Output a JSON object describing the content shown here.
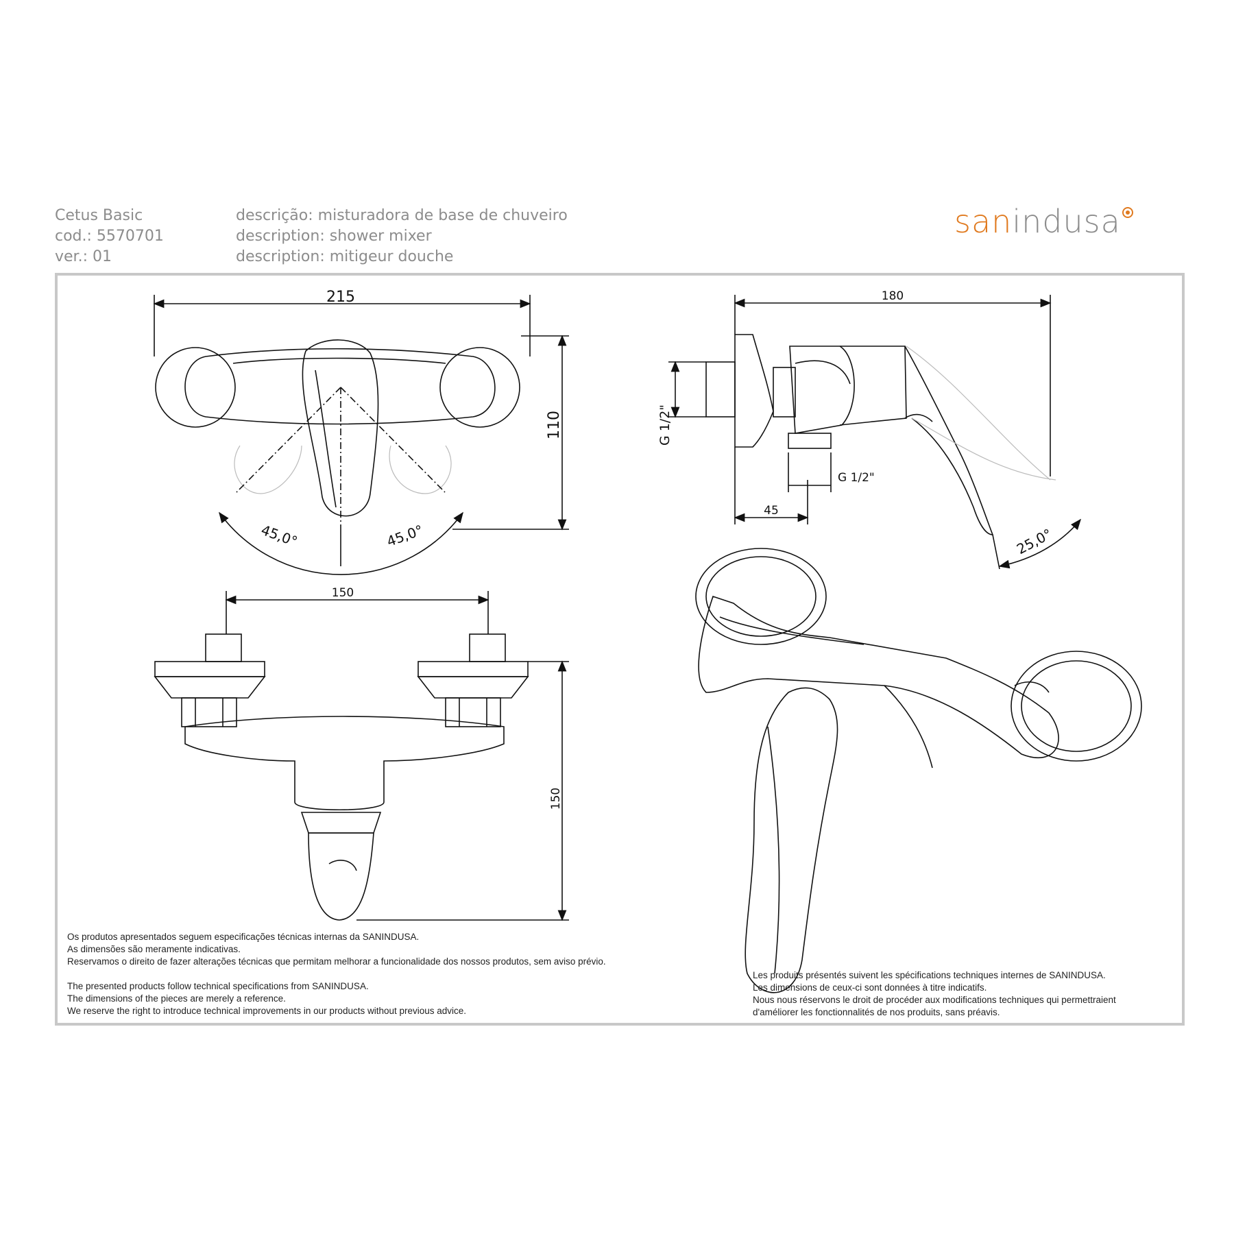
{
  "header": {
    "product_name": "Cetus Basic",
    "code": "cod.: 5570701",
    "version": "ver.: 01",
    "desc_pt": "descrição: misturadora de base de chuveiro",
    "desc_en": "description: shower mixer",
    "desc_fr": "description: mitigeur douche"
  },
  "logo": {
    "part1": "san",
    "part2": "indusa",
    "brand_color": "#e07a1f",
    "gray_color": "#8c8c8c"
  },
  "dimensions": {
    "front_width": "215",
    "front_height": "110",
    "angle_left": "45,0°",
    "angle_right": "45,0°",
    "side_width": "180",
    "thread_vertical": "G 1/2\"",
    "thread_bottom": "G 1/2\"",
    "side_offset": "45",
    "side_angle": "25,0°",
    "bottom_width": "150",
    "bottom_height": "150"
  },
  "notes": {
    "pt_1": "Os produtos apresentados seguem especificações técnicas internas da SANINDUSA.",
    "pt_2": "As dimensões são meramente indicativas.",
    "pt_3": "Reservamos o direito de fazer alterações técnicas que permitam melhorar a funcionalidade dos nossos produtos, sem aviso prévio.",
    "en_1": "The presented products follow technical specifications from SANINDUSA.",
    "en_2": "The dimensions of the pieces are merely a reference.",
    "en_3": "We reserve the right to introduce technical improvements in our products without previous advice.",
    "fr_1": "Les produits présentés suivent les spécifications techniques internes de SANINDUSA.",
    "fr_2": "Les dimensions de ceux-ci sont données à titre indicatifs.",
    "fr_3": "Nous nous réservons le droit de procéder aux modifications techniques qui permettraient",
    "fr_4": "d'améliorer les fonctionnalités de nos produits, sans préavis."
  }
}
